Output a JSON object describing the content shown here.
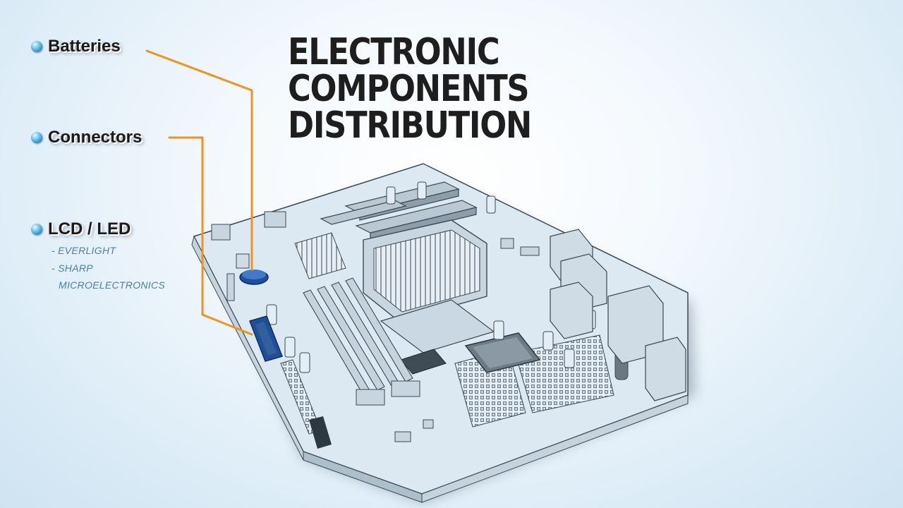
{
  "title": {
    "line1": "ELECTRONIC",
    "line2": "COMPONENTS",
    "line3": "DISTRIBUTION"
  },
  "bullets": {
    "batteries": "Batteries",
    "connectors": "Connectors",
    "lcd_led": "LCD / LED",
    "lcd_sub1": "- EVERLIGHT",
    "lcd_sub2": "- SHARP",
    "lcd_sub3": "MICROELECTRONICS"
  },
  "colors": {
    "leader_line": "#f0921e",
    "bullet_dot": "#1f8cc9",
    "board_fill": "#dde9f2",
    "highlight_blue": "#1f4f9a"
  }
}
